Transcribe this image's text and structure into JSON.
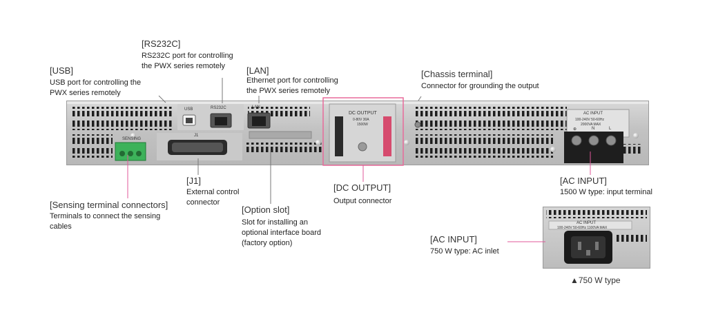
{
  "labels": {
    "usb": {
      "title": "[USB]",
      "desc": [
        "USB port for controlling the",
        "PWX series remotely"
      ]
    },
    "rs232c": {
      "title": "[RS232C]",
      "desc": [
        "RS232C port for controlling",
        "the PWX series remotely"
      ]
    },
    "lan": {
      "title": "[LAN]",
      "desc": [
        "Ethernet port for controlling",
        "the PWX series remotely"
      ]
    },
    "chassis_terminal": {
      "title": "[Chassis terminal]",
      "desc": [
        "Connector for grounding the output"
      ]
    },
    "j1": {
      "title": "[J1]",
      "desc": [
        "External control",
        "connector"
      ]
    },
    "dc_output": {
      "title": "[DC OUTPUT]",
      "desc": [
        "Output connector"
      ]
    },
    "ac_input_1500": {
      "title": "[AC INPUT]",
      "desc": [
        "1500 W type: input terminal"
      ]
    },
    "sensing": {
      "title": "[Sensing terminal connectors]",
      "desc": [
        "Terminals to connect the sensing",
        "cables"
      ]
    },
    "option_slot": {
      "title": "[Option slot]",
      "desc": [
        "Slot for installing an",
        "optional interface board",
        "(factory option)"
      ]
    },
    "ac_input_750": {
      "title": "[AC INPUT]",
      "desc": [
        "750 W type: AC inlet"
      ]
    }
  },
  "caption": "▲750 W type",
  "panel": {
    "usb": "USB",
    "rs232c": "RS232C",
    "lan": "LAN",
    "j1": "J1",
    "sensing": "SENSING",
    "dc_output": "DC OUTPUT",
    "dc_output_rating": "0-80V 30A",
    "dc_output_type": "1500W",
    "ac_input": "AC INPUT",
    "ac_input_rating": "100-240V 50-60Hz",
    "ac_input_power": "2000VA MAX",
    "ac_terminals": [
      "⊕",
      "N",
      "L"
    ],
    "inlet_label": "AC INPUT",
    "inlet_rating": "100-240V 50-60Hz 1100VA MAX"
  },
  "colors": {
    "leader": "#e0579a",
    "leader_gray": "#777777",
    "highlight": "#e86a9a",
    "sensing_green": "#3db25a"
  }
}
